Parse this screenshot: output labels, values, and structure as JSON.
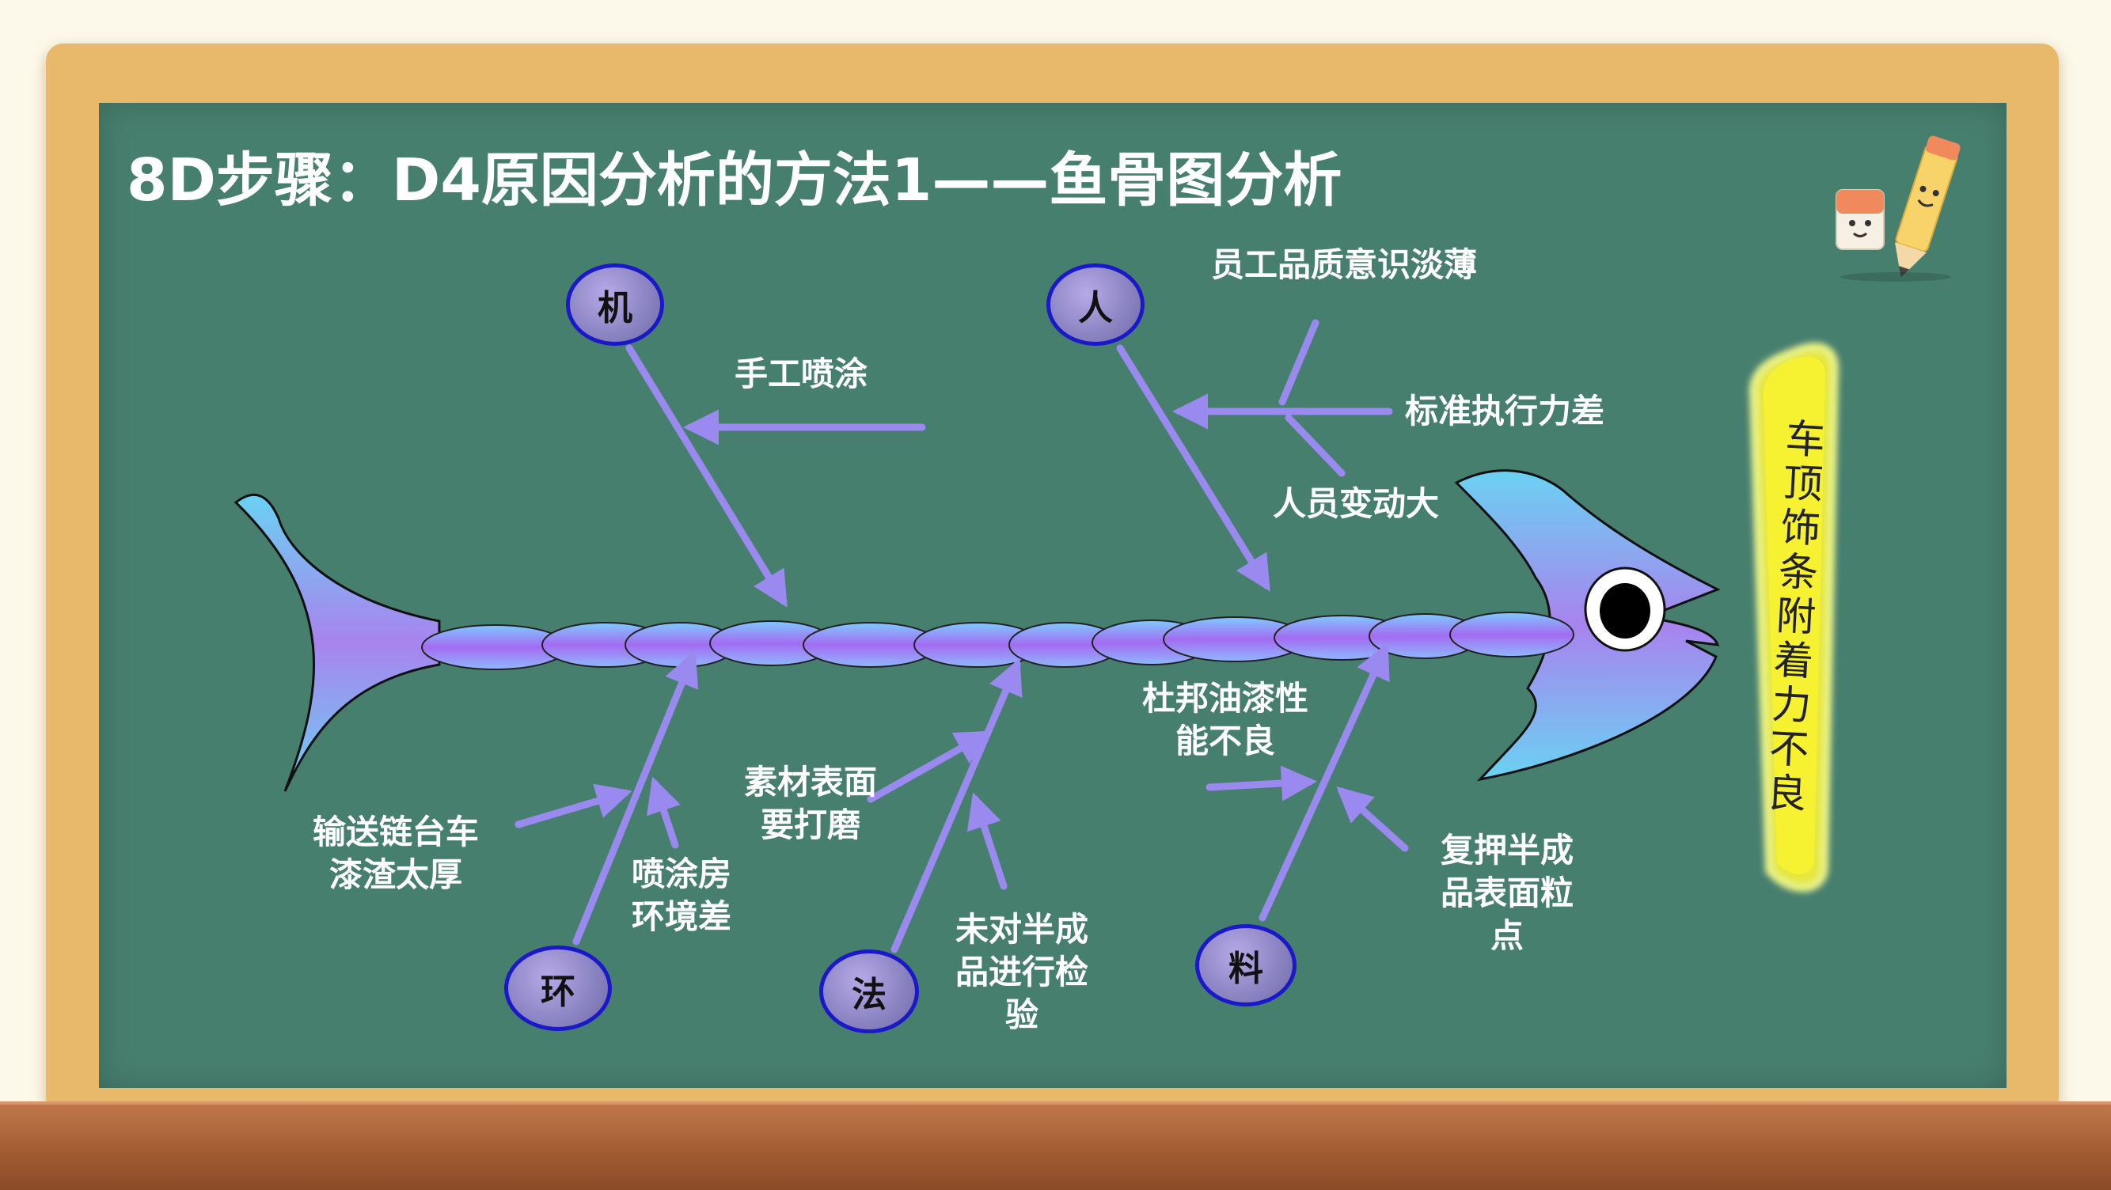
{
  "title": "8D步骤：D4原因分析的方法1——鱼骨图分析",
  "effect": "车顶饰条附着力不良",
  "categories": {
    "machine": "机",
    "man": "人",
    "environment": "环",
    "method": "法",
    "material": "料"
  },
  "causes": {
    "manual_spray": "手工喷涂",
    "quality_awareness": "员工品质意识淡薄",
    "poor_standard_execution": "标准执行力差",
    "staff_turnover": "人员变动大",
    "conveyor_residue_line1": "输送链台车",
    "conveyor_residue_line2": "漆渣太厚",
    "spray_booth_line1": "喷涂房",
    "spray_booth_line2": "环境差",
    "surface_sanding_line1": "素材表面",
    "surface_sanding_line2": "要打磨",
    "no_inspection_line1": "未对半成",
    "no_inspection_line2": "品进行检",
    "no_inspection_line3": "验",
    "dupont_paint_line1": "杜邦油漆性",
    "dupont_paint_line2": "能不良",
    "particles_line1": "复押半成",
    "particles_line2": "品表面粒",
    "particles_line3": "点"
  },
  "colors": {
    "board": "#477f6f",
    "frame": "#e9b96b",
    "arrow": "#9a8af0",
    "category_border": "#1a18c8",
    "effect_highlight": "#f7f33a"
  }
}
